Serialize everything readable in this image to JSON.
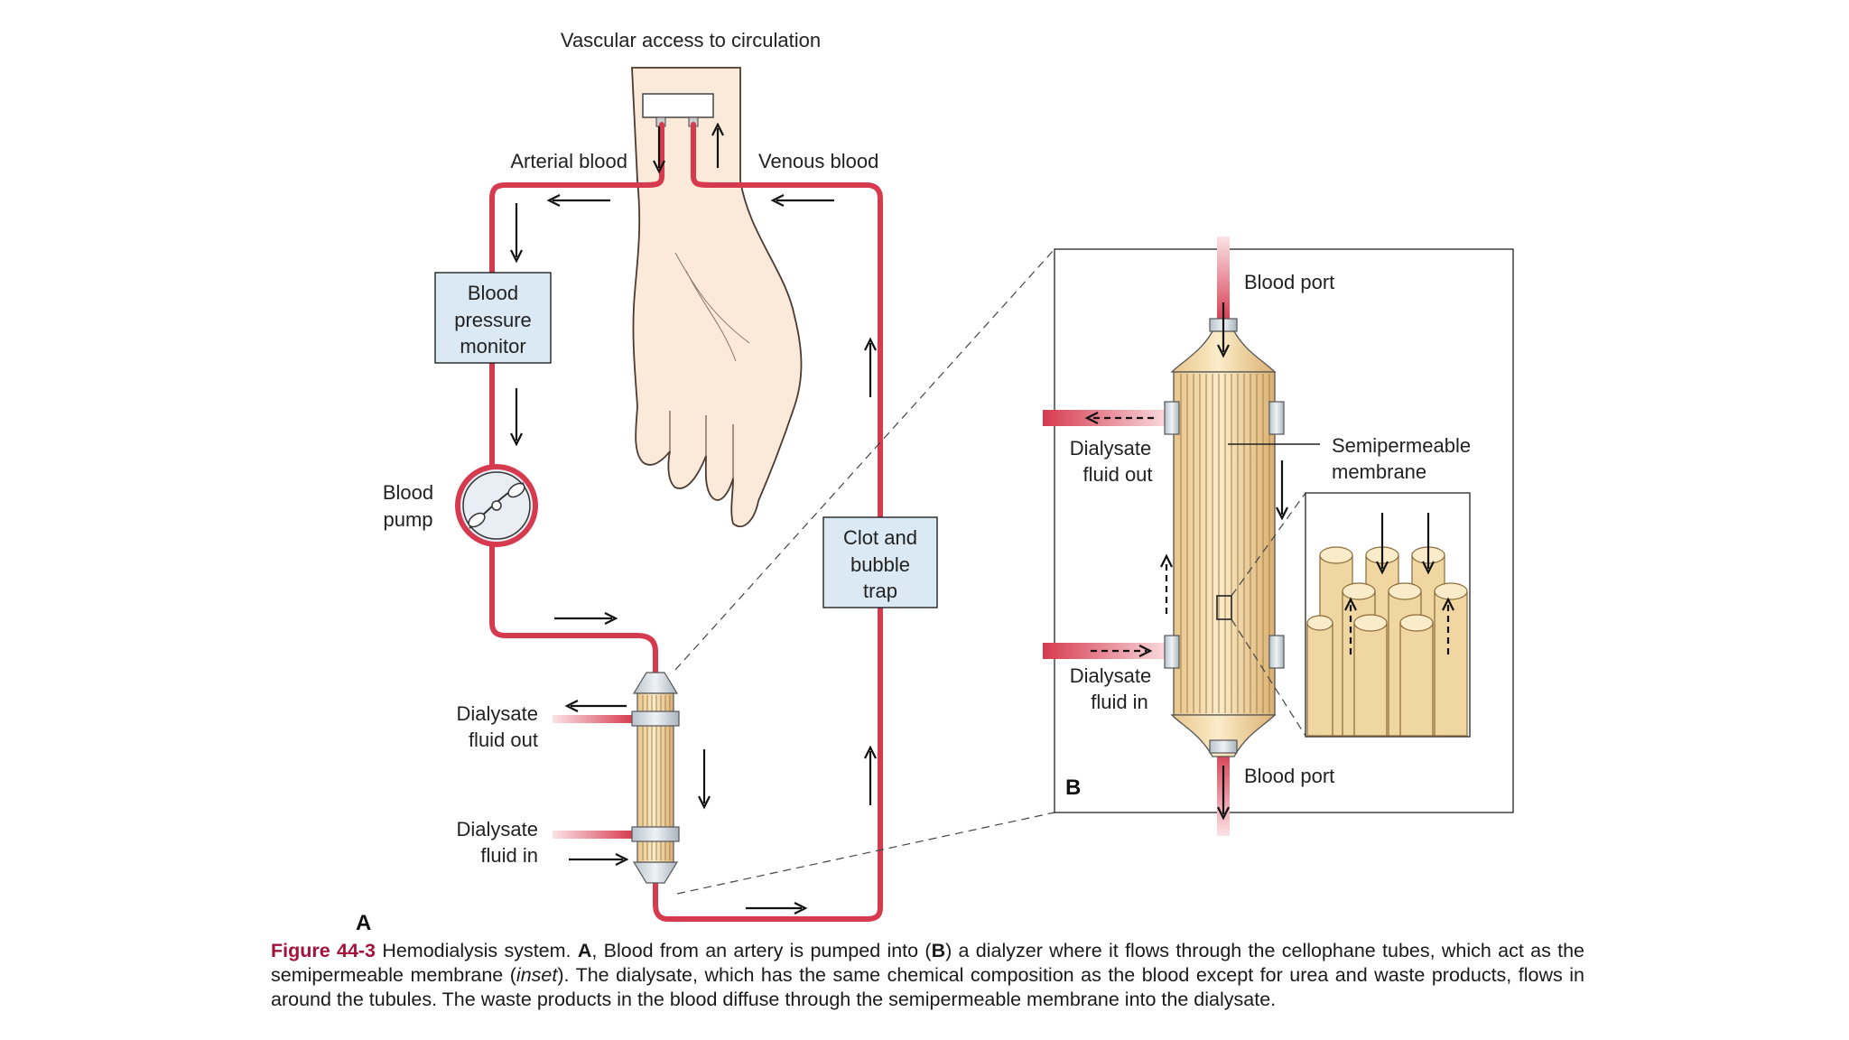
{
  "panel_a": {
    "letter": "A",
    "labels": {
      "vascular_access": "Vascular access to circulation",
      "arterial_blood": "Arterial blood",
      "venous_blood": "Venous blood",
      "bp_monitor": [
        "Blood",
        "pressure",
        "monitor"
      ],
      "blood_pump": [
        "Blood",
        "pump"
      ],
      "clot_trap": [
        "Clot and",
        "bubble",
        "trap"
      ],
      "dialysate_out": [
        "Dialysate",
        "fluid out"
      ],
      "dialysate_in": [
        "Dialysate",
        "fluid in"
      ]
    }
  },
  "panel_b": {
    "letter": "B",
    "labels": {
      "blood_port_top": "Blood port",
      "blood_port_bottom": "Blood port",
      "dialysate_out": [
        "Dialysate",
        "fluid out"
      ],
      "dialysate_in": [
        "Dialysate",
        "fluid in"
      ],
      "membrane": [
        "Semipermeable",
        "membrane"
      ]
    }
  },
  "caption": {
    "figure_number": "Figure 44-3",
    "seg1": " Hemodialysis system. ",
    "a": "A",
    "seg2": ", Blood from an artery is pumped into (",
    "b": "B",
    "seg3": ") a dialyzer where it flows through the cellophane tubes, which act as the semipermeable membrane (",
    "inset": "inset",
    "seg4": "). The dialysate, which has the same chemical composition as the blood except for urea and waste products, flows in around the tubules. The waste products in the blood diffuse through the semipermeable membrane into the dialysate."
  },
  "colors": {
    "blood": "#d63a4f",
    "box_fill": "#dbe9f4",
    "dialyzer": "#f3dcae",
    "skin": "#fbe9da",
    "caption_accent": "#a3123a"
  }
}
